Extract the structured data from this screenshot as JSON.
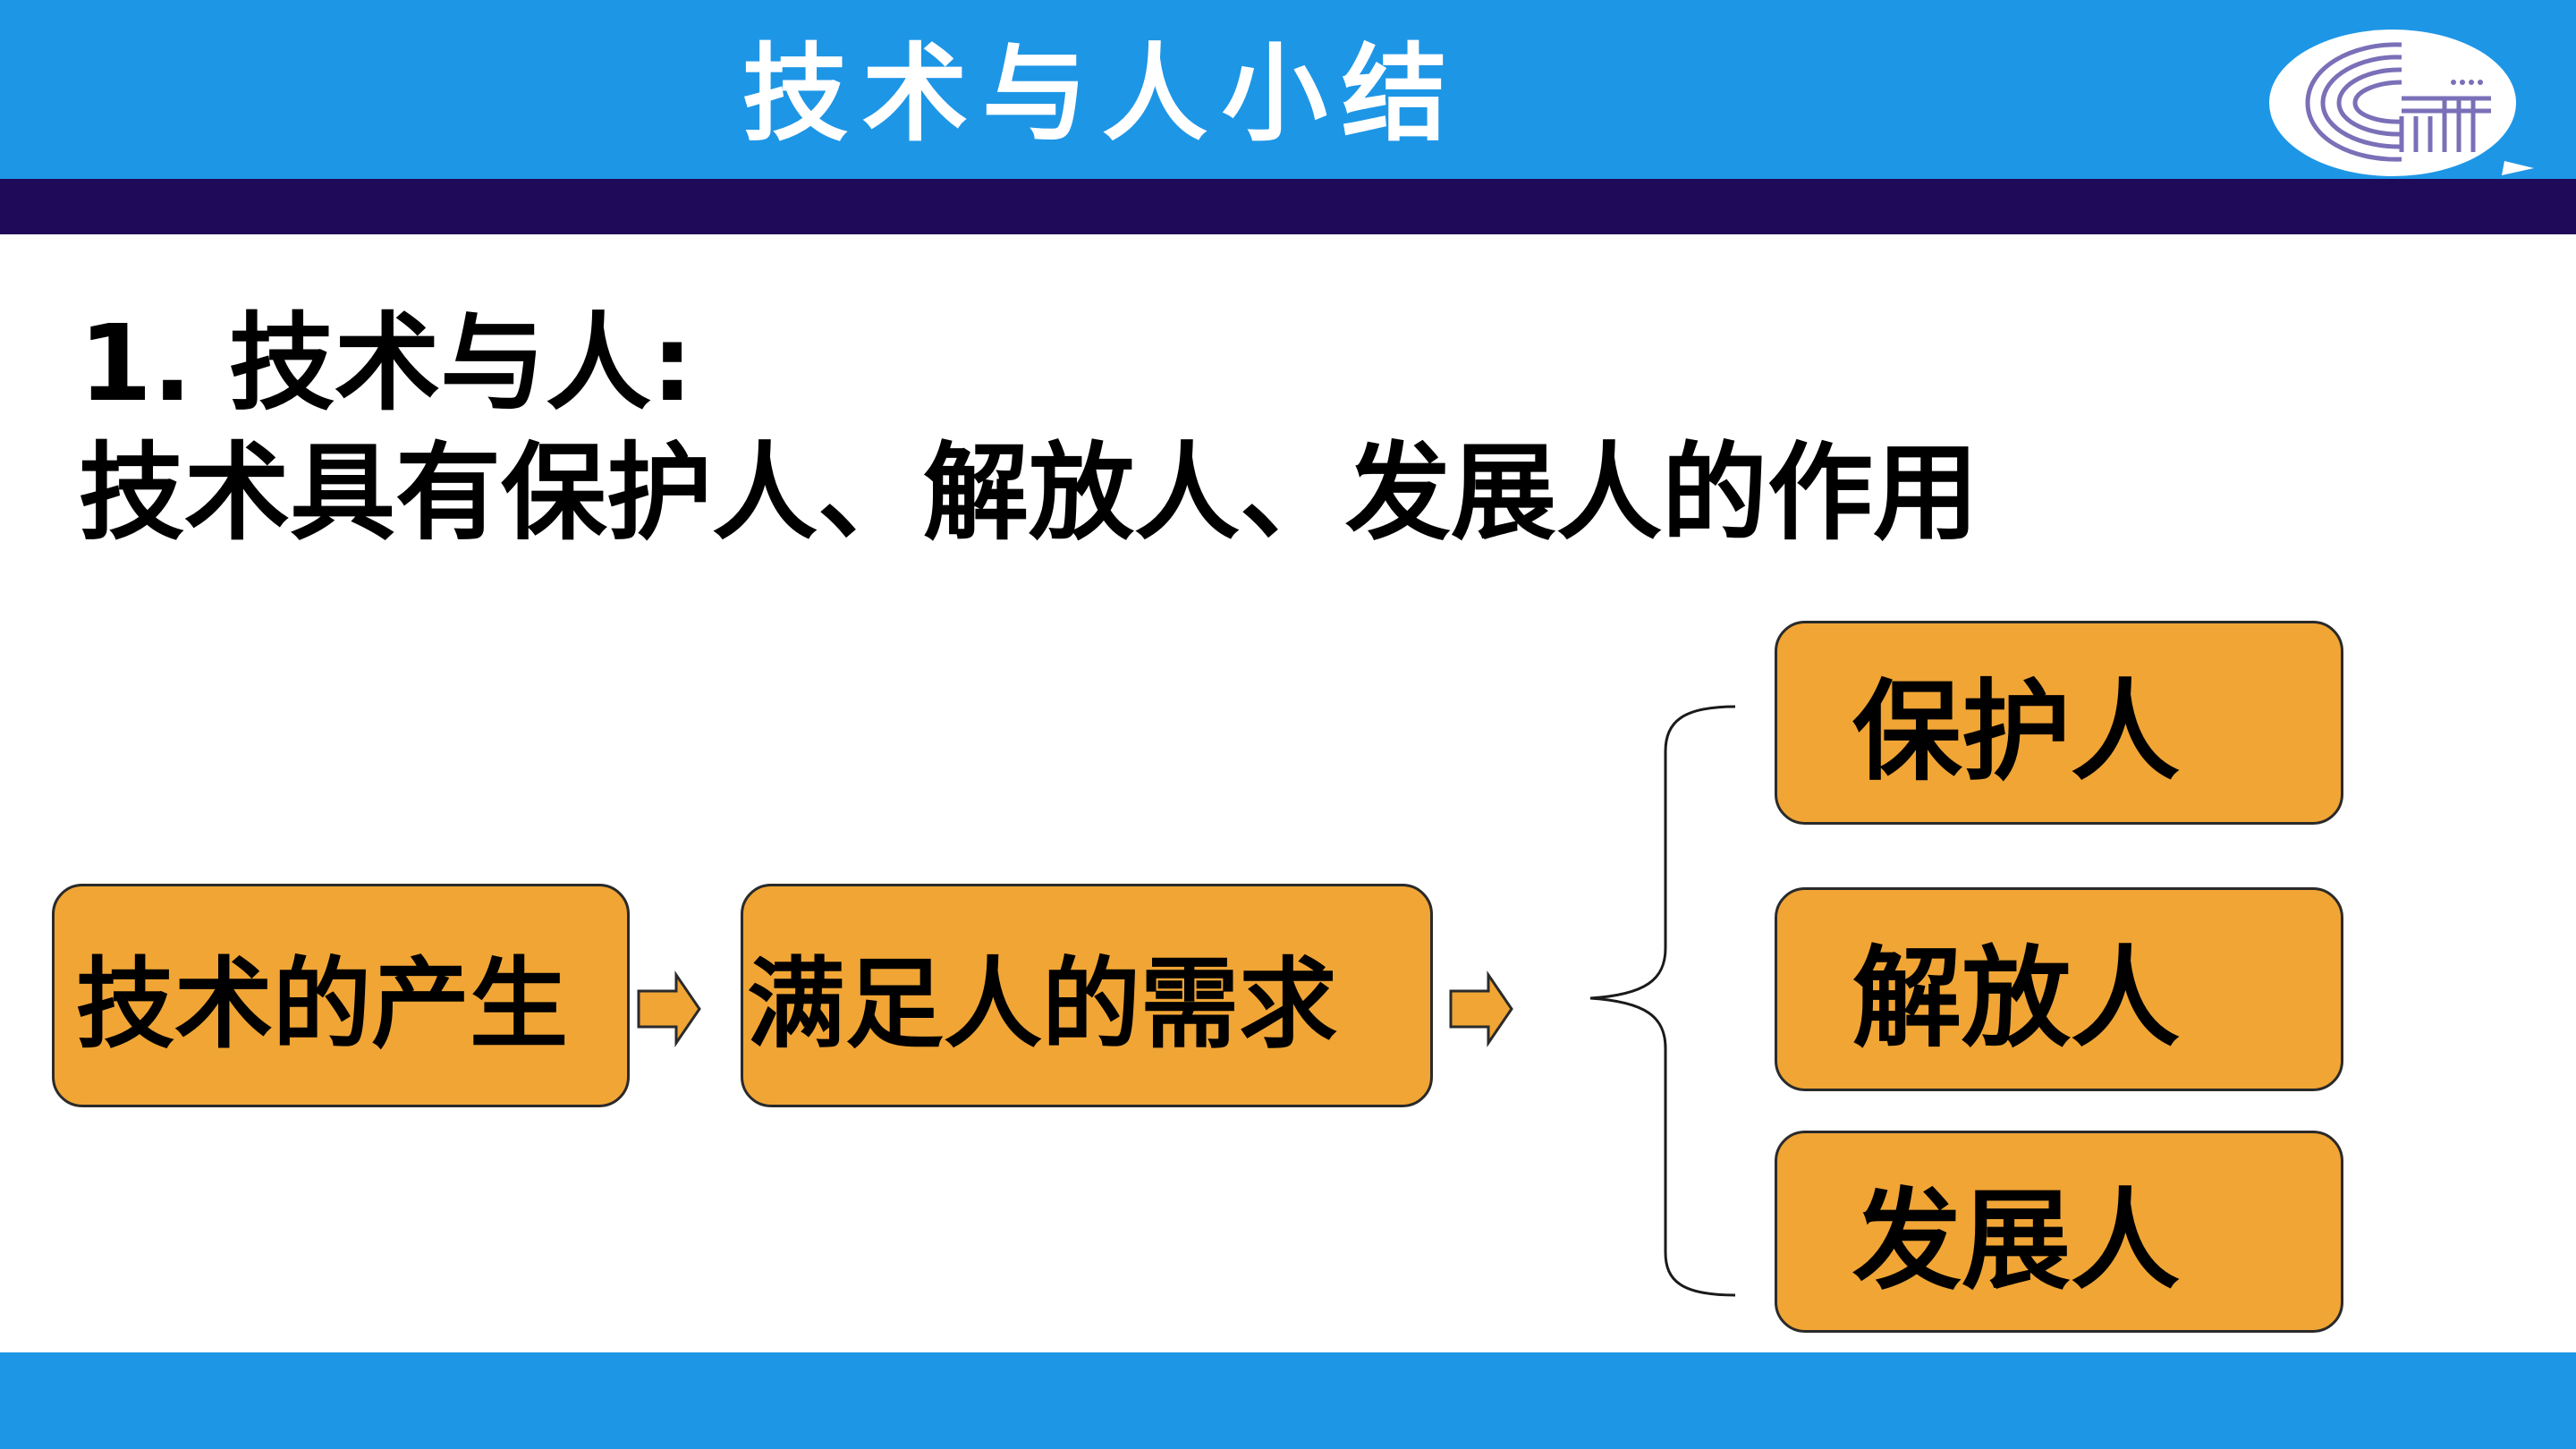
{
  "header": {
    "title": "技术与人小结"
  },
  "heading": {
    "line1": "1. 技术与人:",
    "line2": "技术具有保护人、解放人、发展人的作用"
  },
  "flow": {
    "origin": "技术的产生",
    "need": "满足人的需求",
    "outcomes": [
      "保护人",
      "解放人",
      "发展人"
    ]
  },
  "colors": {
    "header_blue": "#1e96e6",
    "band_navy": "#1f0a5a",
    "box_orange": "#f0a535"
  },
  "icons": [
    "logo-icon",
    "arrow-right-icon",
    "brace-icon"
  ]
}
